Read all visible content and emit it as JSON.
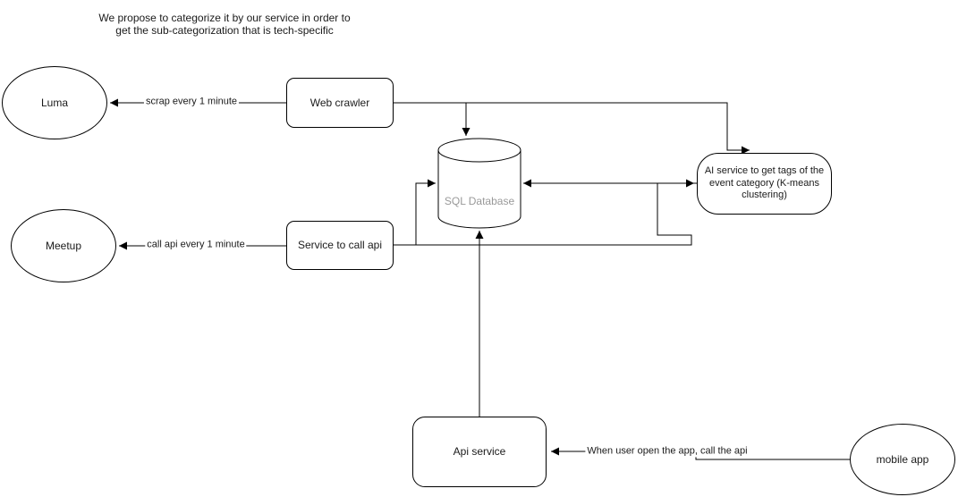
{
  "diagram": {
    "title": "We propose to categorize it by our service in order to\nget the sub-categorization that is tech-specific",
    "nodes": {
      "luma": {
        "label": "Luma",
        "shape": "ellipse"
      },
      "web_crawler": {
        "label": "Web crawler",
        "shape": "rounded-rect"
      },
      "sql_database": {
        "label": "SQL Database",
        "shape": "cylinder"
      },
      "ai_service": {
        "label": "AI service to get tags of the event category (K-means clustering)",
        "shape": "rounded-rect"
      },
      "meetup": {
        "label": "Meetup",
        "shape": "ellipse"
      },
      "service_to_call_api": {
        "label": "Service to call api",
        "shape": "rounded-rect"
      },
      "api_service": {
        "label": "Api service",
        "shape": "rounded-rect"
      },
      "mobile_app": {
        "label": "mobile app",
        "shape": "ellipse"
      }
    },
    "edge_labels": {
      "web_crawler_to_luma": "scrap every 1 minute",
      "service_to_meetup": "call api every 1 minute",
      "mobile_app_to_api_service": "When user open the app, call the api"
    },
    "connections": [
      {
        "from": "Web crawler",
        "to": "Luma",
        "label": "scrap every 1 minute"
      },
      {
        "from": "Web crawler",
        "to": "SQL Database",
        "label": ""
      },
      {
        "from": "Web crawler",
        "to": "AI service to get tags of the event category (K-means clustering)",
        "label": ""
      },
      {
        "from": "AI service to get tags of the event category (K-means clustering)",
        "to": "SQL Database",
        "label": ""
      },
      {
        "from": "Service to call api",
        "to": "SQL Database",
        "label": ""
      },
      {
        "from": "Service to call api",
        "to": "AI service to get tags of the event category (K-means clustering)",
        "label": ""
      },
      {
        "from": "Service to call api",
        "to": "Meetup",
        "label": "call api every 1 minute"
      },
      {
        "from": "Api service",
        "to": "SQL Database",
        "label": ""
      },
      {
        "from": "mobile app",
        "to": "Api service",
        "label": "When user open the app, call the api"
      }
    ],
    "colors": {
      "stroke": "#000000",
      "node_text": "#1a1a1a",
      "db_label_text": "#999999",
      "canvas_bg": "#ffffff"
    }
  }
}
